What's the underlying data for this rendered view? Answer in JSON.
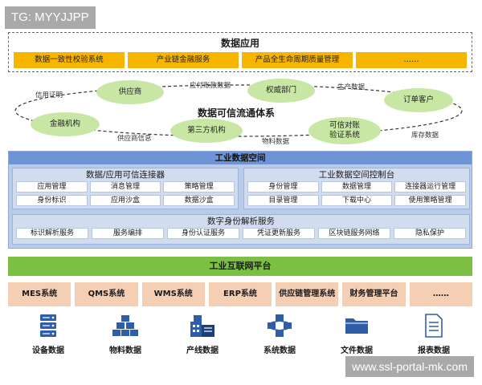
{
  "tag": "TG: MYYJJPP",
  "watermark": "www.ssl-portal-mk.com",
  "data_application": {
    "title": "数据应用",
    "items": [
      "数据一致性校验系统",
      "产业链金融服务",
      "产品全生命周期质量管理",
      "……"
    ]
  },
  "trust_flow": {
    "title": "数据可信流通体系",
    "nodes": {
      "supplier": "供应商",
      "authority": "权威部门",
      "order_customer": "订单客户",
      "finance": "金融机构",
      "third_party": "第三方机构",
      "reconcile_line1": "可信对账",
      "reconcile_line2": "验证系统"
    },
    "edges": {
      "credit_proof": "信用证明",
      "payable": "应付账款数据",
      "production": "生产数据",
      "supplier_info": "供应商信息",
      "material": "物料数据",
      "inventory": "库存数据"
    }
  },
  "industrial_data_space": {
    "title": "工业数据空间",
    "connector": {
      "title": "数据/应用可信连接器",
      "cells": [
        "应用管理",
        "消息管理",
        "策略管理",
        "身份标识",
        "应用沙盒",
        "数据沙盒"
      ]
    },
    "console": {
      "title": "工业数据空间控制台",
      "cells": [
        "身份管理",
        "数据管理",
        "连接器运行管理",
        "目录管理",
        "下载中心",
        "使用策略管理"
      ]
    },
    "identity": {
      "title": "数字身份解析服务",
      "cells": [
        "标识解析服务",
        "服务编排",
        "身份认证服务",
        "凭证更新服务",
        "区块链服务网络",
        "隐私保护"
      ]
    }
  },
  "platform": "工业互联网平台",
  "systems": [
    "MES系统",
    "QMS系统",
    "WMS系统",
    "ERP系统",
    "供应链管理系统",
    "财务管理平台",
    "……"
  ],
  "sources": [
    {
      "label": "设备数据",
      "icon": "server-rack-icon"
    },
    {
      "label": "物料数据",
      "icon": "boxes-icon"
    },
    {
      "label": "产线数据",
      "icon": "factory-icon"
    },
    {
      "label": "系统数据",
      "icon": "network-icon"
    },
    {
      "label": "文件数据",
      "icon": "folder-icon"
    },
    {
      "label": "报表数据",
      "icon": "document-icon"
    }
  ],
  "colors": {
    "app_item": "#f7b500",
    "node": "#c8e7a4",
    "ids_bg": "#b8cbe8",
    "ids_head": "#6e93d6",
    "platform": "#7cc043",
    "system": "#f5cfb4",
    "icon_blue": "#2f5ea8"
  }
}
